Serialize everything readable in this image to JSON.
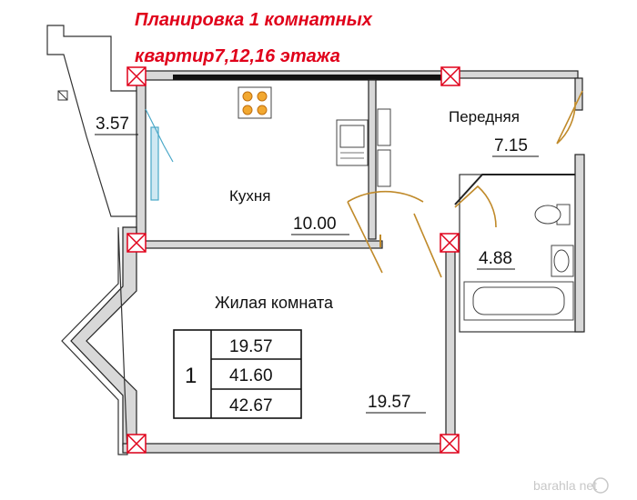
{
  "title": {
    "line1": "Планировка 1 комнатных",
    "line2": "квартир7,12,16 этажа",
    "color": "#e0001a"
  },
  "rooms": {
    "balcony_area": "3.57",
    "hall_label": "Передняя",
    "hall_area": "7.15",
    "kitchen_label": "Кухня",
    "kitchen_area": "10.00",
    "bathroom_area": "4.88",
    "living_label": "Жилая комната",
    "living_area": "19.57"
  },
  "summary": {
    "rooms_count": "1",
    "living": "19.57",
    "total": "41.60",
    "total_with_balcony": "42.67"
  },
  "watermark": "barahla net",
  "colors": {
    "column_marker": "#e0001a",
    "door": "#c08a2a",
    "window": "#4aa8c8"
  },
  "icons": [
    "stove-icon",
    "sink-icon",
    "toilet-icon",
    "washbasin-icon",
    "bathtub-icon",
    "column-marker-icon",
    "logo-icon"
  ]
}
